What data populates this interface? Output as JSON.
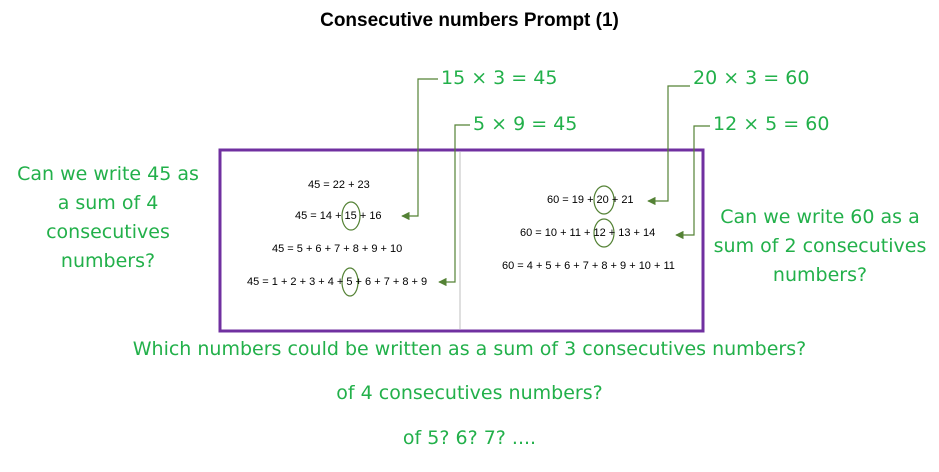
{
  "title": "Consecutive numbers Prompt (1)",
  "colors": {
    "frame": "#7030a0",
    "annotation": "#22b04a",
    "arrow": "#548235",
    "divider": "#bfbfbf"
  },
  "left_question": [
    "Can we write 45 as",
    "a sum of 4",
    "consecutives",
    "numbers?"
  ],
  "right_question": [
    "Can we write 60 as a",
    "sum of 2 consecutives",
    "numbers?"
  ],
  "callouts": {
    "c1": "15 × 3 = 45",
    "c2": "5 × 9 = 45",
    "c3": "20 × 3 = 60",
    "c4": "12 × 5 = 60"
  },
  "left_equations": [
    "45 = 22 + 23",
    "45 = 14 + 15 + 16",
    "45 = 5 + 6 + 7 + 8 + 9 + 10",
    "45 = 1 + 2 + 3 + 4 + 5 + 6 + 7 + 8 + 9"
  ],
  "right_equations": [
    "60 = 19 + 20 + 21",
    "60 = 10 + 11 + 12 + 13 + 14",
    "60 = 4 + 5 + 6 + 7 + 8 + 9 + 10 + 11"
  ],
  "bottom_questions": [
    "Which numbers could be written as a sum of 3 consecutives numbers?",
    "of 4 consecutives numbers?",
    "of 5? 6? 7? ...."
  ]
}
